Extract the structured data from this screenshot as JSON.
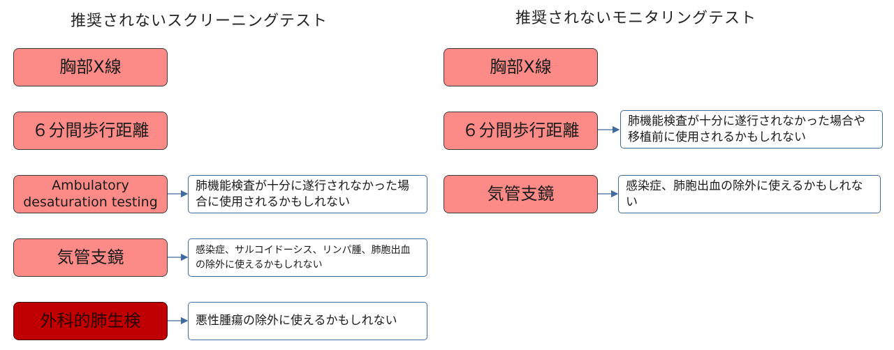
{
  "left": {
    "title": "推奨されないスクリーニングテスト",
    "items": [
      {
        "label": "胸部X線",
        "note": null
      },
      {
        "label": "６分間歩行距離",
        "note": null
      },
      {
        "label": "Ambulatory desaturation testing",
        "note": "肺機能検査が十分に遂行されなかった場合に使用されるかもしれない"
      },
      {
        "label": "気管支鏡",
        "note": "感染症、サルコイドーシス、リンパ腫、肺胞出血の除外に使えるかもしれない"
      },
      {
        "label": "外科的肺生検",
        "note": "悪性腫瘍の除外に使えるかもしれない"
      }
    ]
  },
  "right": {
    "title": "推奨されないモニタリングテスト",
    "items": [
      {
        "label": "胸部X線",
        "note": null
      },
      {
        "label": "６分間歩行距離",
        "note": "肺機能検査が十分に遂行されなかった場合や移植前に使用されるかもしれない"
      },
      {
        "label": "気管支鏡",
        "note": "感染症、肺胞出血の除外に使えるかもしれない"
      }
    ]
  },
  "colors": {
    "box_fill": "#fc8b87",
    "box_fill_dark": "#c00000",
    "note_border": "#3f6b9e",
    "arrow": "#3f6b9e"
  }
}
